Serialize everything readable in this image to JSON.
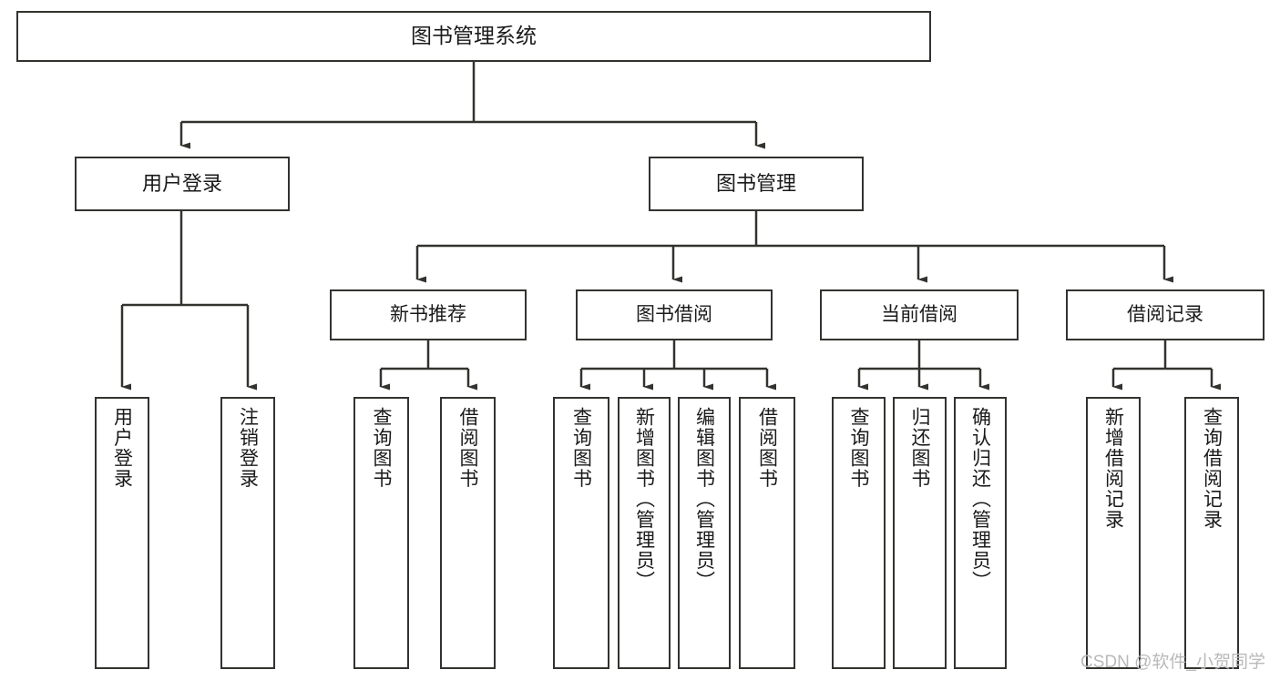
{
  "diagram": {
    "title": "图书管理系统",
    "type": "hierarchical-tree",
    "root": {
      "label": "图书管理系统"
    },
    "level2": [
      {
        "label": "用户登录"
      },
      {
        "label": "图书管理"
      }
    ],
    "level3": [
      {
        "label": "新书推荐"
      },
      {
        "label": "图书借阅"
      },
      {
        "label": "当前借阅"
      },
      {
        "label": "借阅记录"
      }
    ],
    "leaves": {
      "user_login": [
        {
          "label": "用户登录"
        },
        {
          "label": "注销登录"
        }
      ],
      "new_book_recommend": [
        {
          "label": "查询图书"
        },
        {
          "label": "借阅图书"
        }
      ],
      "book_borrow": [
        {
          "label": "查询图书"
        },
        {
          "label": "新增图书（管理员）"
        },
        {
          "label": "编辑图书（管理员）"
        },
        {
          "label": "借阅图书"
        }
      ],
      "current_borrow": [
        {
          "label": "查询图书"
        },
        {
          "label": "归还图书"
        },
        {
          "label": "确认归还（管理员）"
        }
      ],
      "borrow_record": [
        {
          "label": "新增借阅记录"
        },
        {
          "label": "查询借阅记录"
        }
      ]
    },
    "watermark": "CSDN @软件_小贺同学",
    "colors": {
      "stroke": "#33322f",
      "background": "#ffffff",
      "text": "#1a1a1a",
      "watermark": "#b9b9b9"
    }
  }
}
